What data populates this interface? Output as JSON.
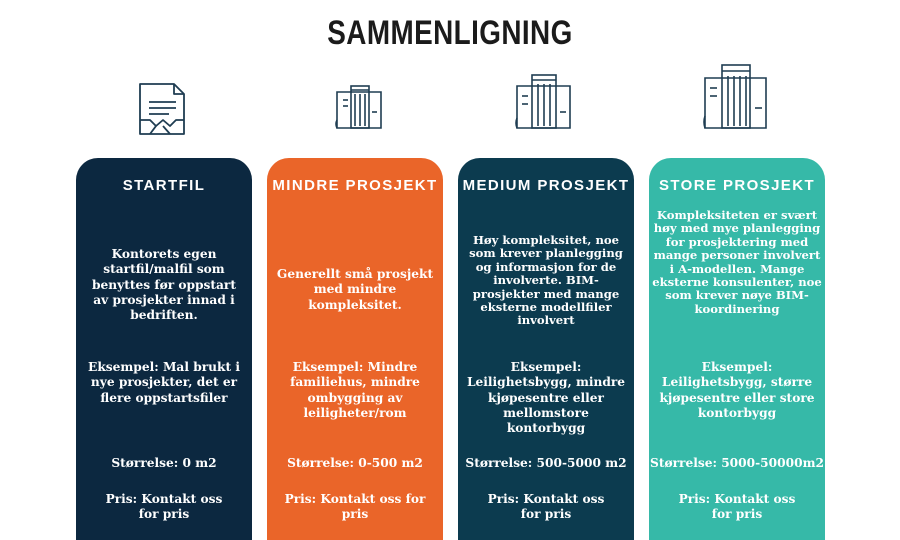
{
  "page": {
    "title": "SAMMENLIGNING"
  },
  "colors": {
    "startfil": "#0c2840",
    "mindre": "#ea6529",
    "medium": "#0c3b4f",
    "store": "#36b9a8",
    "icon_stroke": "#1f3d52"
  },
  "icons": [
    "document-icon",
    "small-building-plan-icon",
    "medium-building-plan-icon",
    "large-building-plan-icon"
  ],
  "cards": [
    {
      "title": "STARTFIL",
      "description": "Kontorets egen startfil/malfil som benyttes før oppstart av prosjekter innad i bedriften.",
      "example": "Eksempel: Mal brukt i nye prosjekter, det er flere oppstartsfiler",
      "size": "Størrelse: 0 m2",
      "price": "Pris: Kontakt oss for pris"
    },
    {
      "title": "MINDRE PROSJEKT",
      "description": "Generellt små prosjekt med mindre kompleksitet.",
      "example": "Eksempel: Mindre familiehus, mindre ombygging av leiligheter/rom",
      "size": "Størrelse: 0-500 m2",
      "price": "Pris: Kontakt oss for pris"
    },
    {
      "title": "MEDIUM PROSJEKT",
      "description": "Høy kompleksitet, noe som krever planlegging og informasjon for de involverte. BIM-prosjekter med mange eksterne modellfiler involvert",
      "example": "Eksempel: Leilighetsbygg, mindre kjøpesentre eller mellomstore kontorbygg",
      "size": "Størrelse: 500-5000 m2",
      "price": "Pris: Kontakt oss for pris"
    },
    {
      "title": "STORE PROSJEKT",
      "description": "Kompleksiteten er svært høy med mye planlegging for prosjektering med mange personer involvert i A-modellen. Mange eksterne konsulenter, noe som krever nøye BIM-koordinering",
      "example": "Eksempel: Leilighetsbygg, større kjøpesentre eller store kontorbygg",
      "size": "Størrelse: 5000-50000m2",
      "price": "Pris: Kontakt oss for pris"
    }
  ]
}
